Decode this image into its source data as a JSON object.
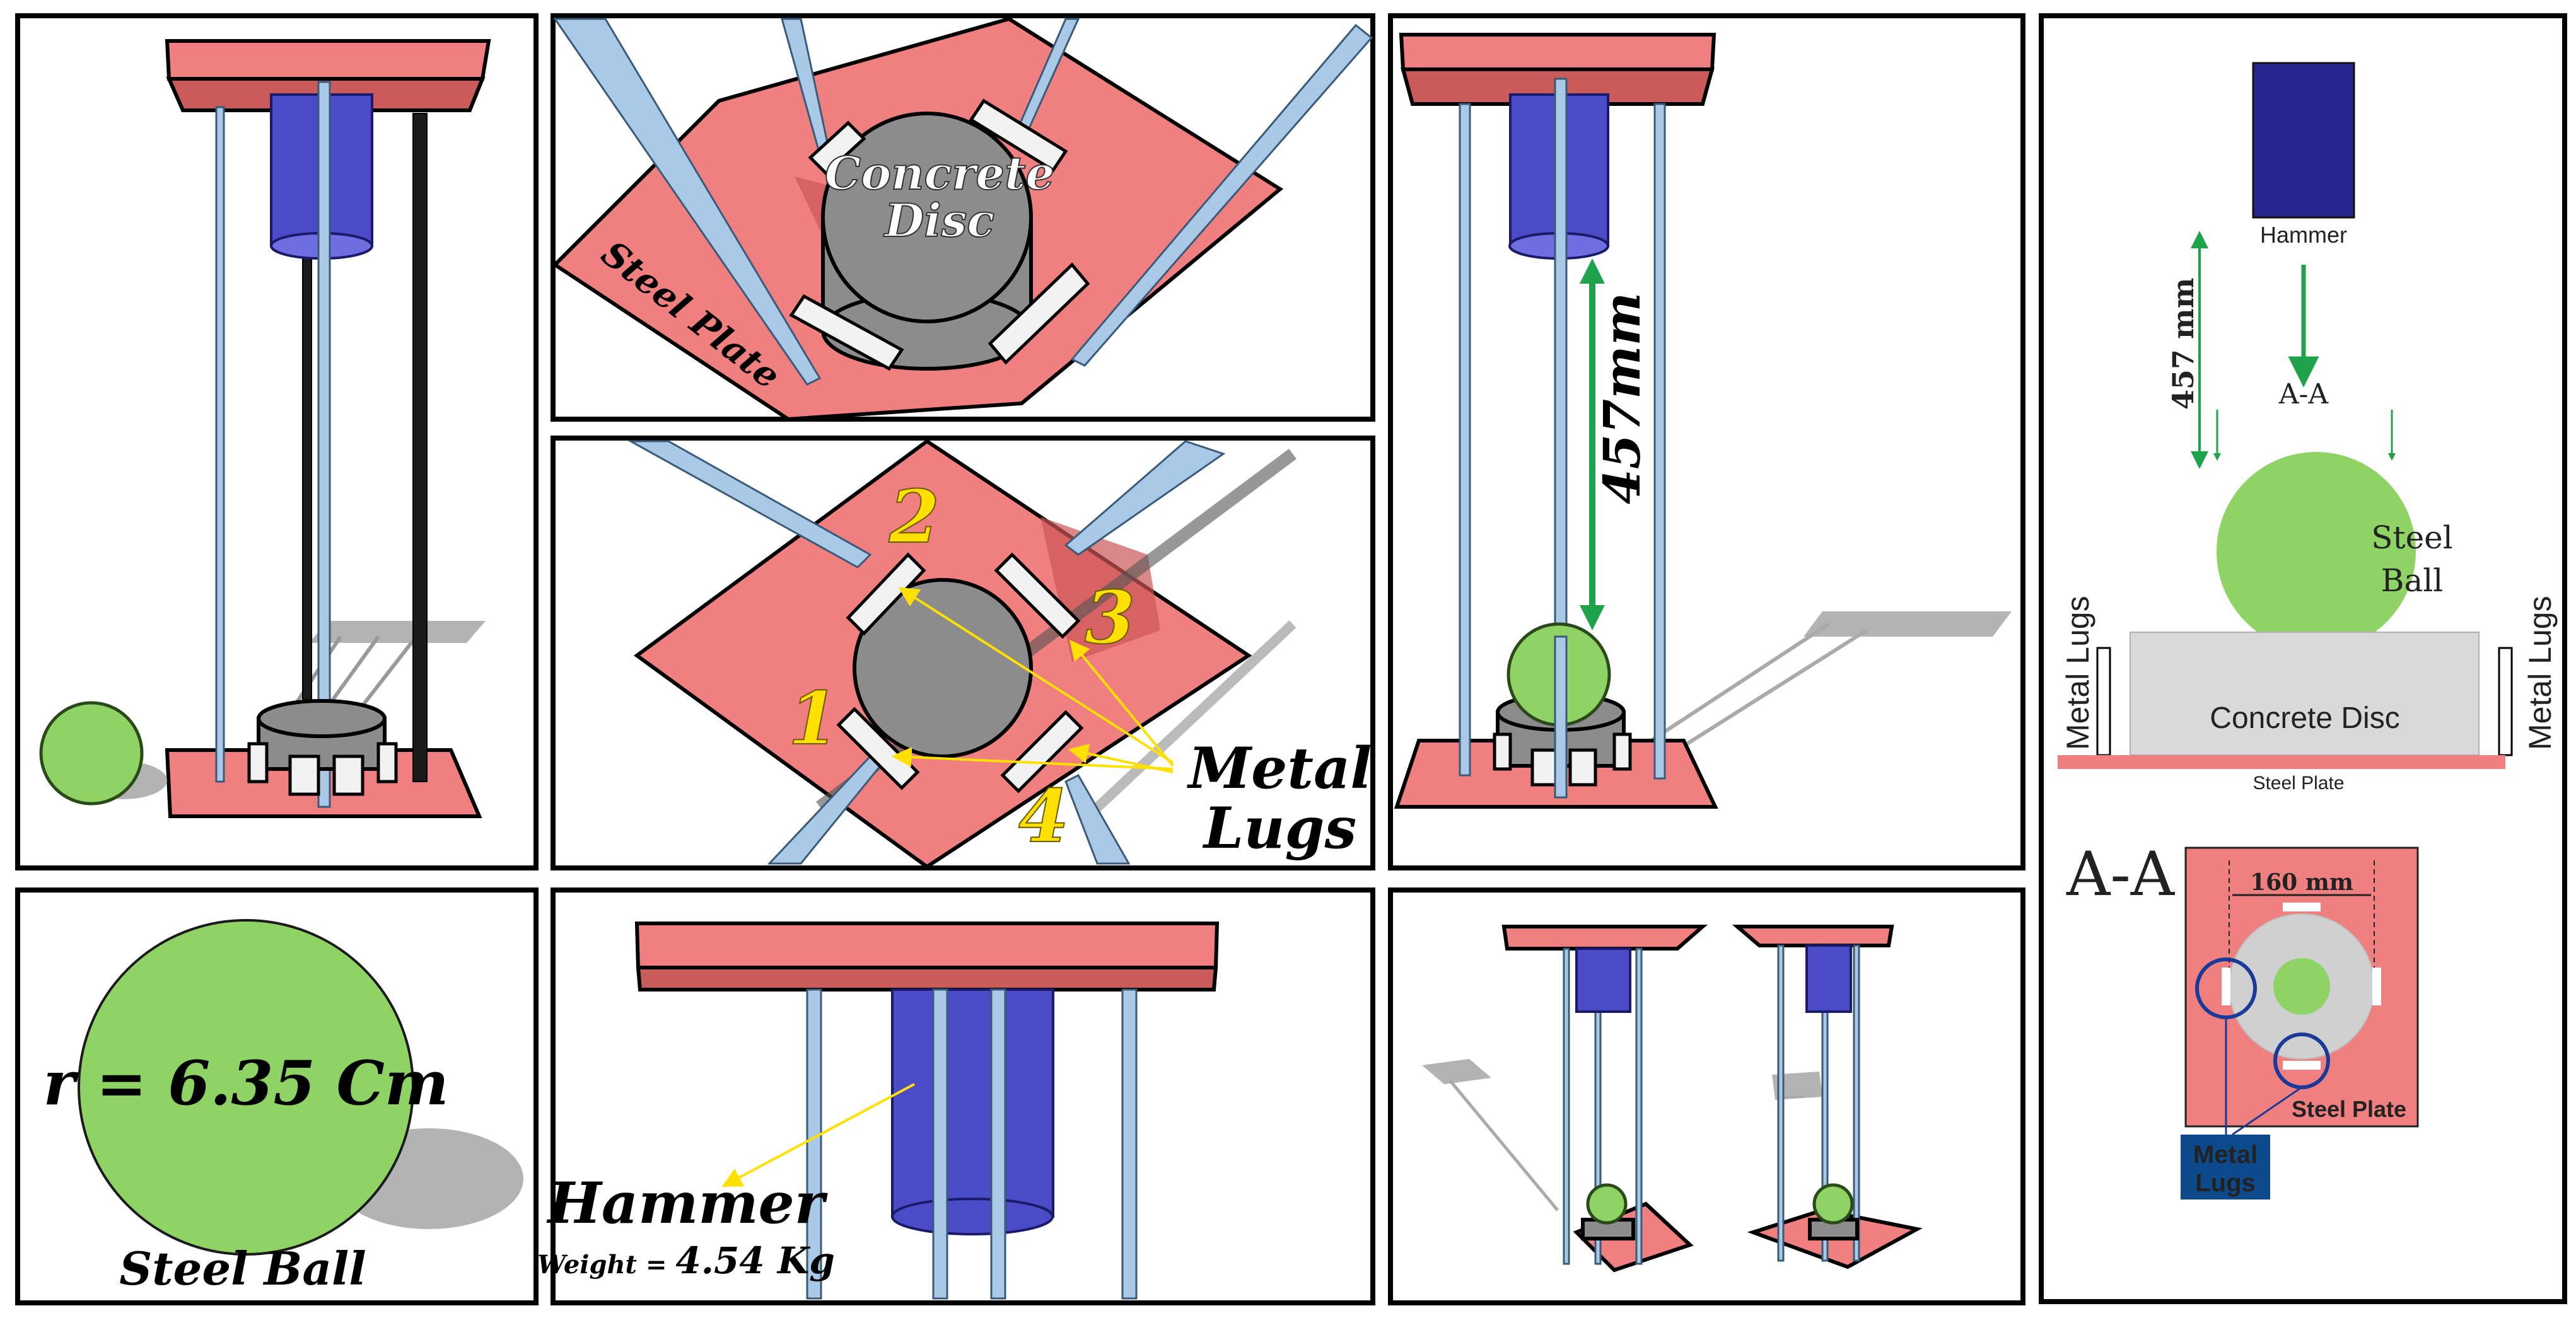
{
  "labels": {
    "concrete_disc_line1": "Concrete",
    "concrete_disc_line2": "Disc",
    "steel_plate_tilted": "Steel Plate",
    "lug_num_1": "1",
    "lug_num_2": "2",
    "lug_num_3": "3",
    "lug_num_4": "4",
    "metal_lugs_line1": "Metal",
    "metal_lugs_line2": "Lugs",
    "drop_height": "457mm",
    "ball_radius": "r = 6.35 Cm",
    "steel_ball": "Steel Ball",
    "hammer": "Hammer",
    "hammer_weight_prefix": "Weight = ",
    "hammer_weight_value": "4.54 Kg"
  },
  "schematic": {
    "hammer": "Hammer",
    "height": "457 mm",
    "section_marker": "A-A",
    "steel_line1": "Steel",
    "steel_line2": "Ball",
    "metal_lugs_left": "Metal Lugs",
    "metal_lugs_right": "Metal Lugs",
    "concrete_disc": "Concrete Disc",
    "steel_plate": "Steel Plate",
    "section_title": "A-A",
    "diameter": "160 mm",
    "steel_plate_section": "Steel Plate",
    "metal_lugs_box_line1": "Metal",
    "metal_lugs_box_line2": "Lugs"
  },
  "colors": {
    "plate": "#f07f7f",
    "hammer": "#4b4bc8",
    "ball": "#8ed364",
    "rod": "#a9c9e6",
    "arrow_green": "#1fa34a",
    "dimension_navy": "#1a1a6a",
    "lug_box": "#0c4a8c"
  }
}
